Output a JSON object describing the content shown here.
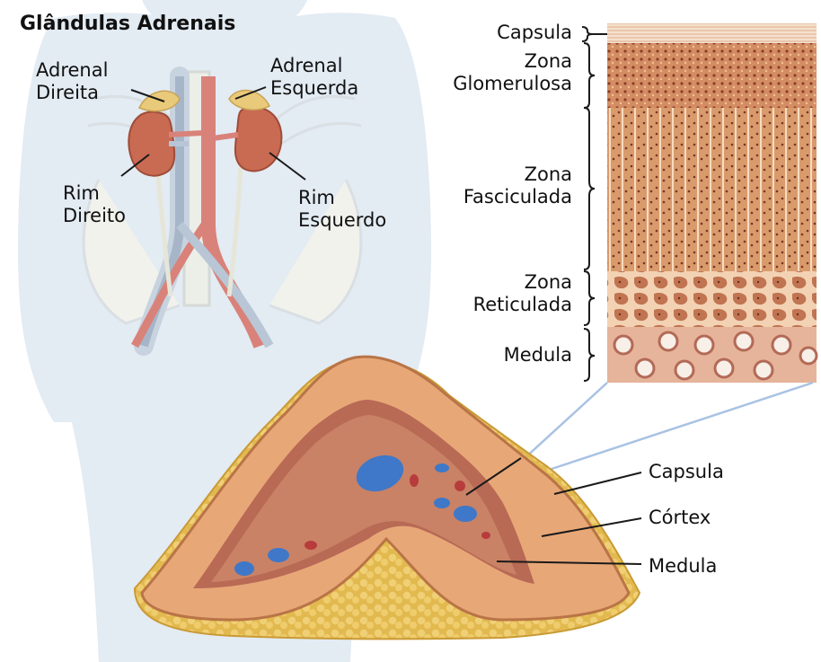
{
  "title": "Glândulas Adrenais",
  "body_labels": {
    "adrenal_direita": "Adrenal\nDireita",
    "adrenal_esquerda": "Adrenal\nEsquerda",
    "rim_direito": "Rim\nDireito",
    "rim_esquerdo": "Rim\nEsquerdo"
  },
  "histology_labels": {
    "capsula": "Capsula",
    "zona_glomerulosa": "Zona\nGlomerulosa",
    "zona_fasciculada": "Zona\nFasciculada",
    "zona_reticulada": "Zona\nReticulada",
    "medula": "Medula"
  },
  "section_labels": {
    "capsula": "Capsula",
    "cortex": "Córtex",
    "medula": "Medula"
  },
  "colors": {
    "silhouette": "#e3ebf3",
    "cortex": "#e8a777",
    "fat": "#e8c25c",
    "medulla": "#b86a55",
    "vein": "#3f78c8",
    "artery": "#b83c3c",
    "kidney": "#c96a52",
    "adrenal": "#e9c97a"
  }
}
